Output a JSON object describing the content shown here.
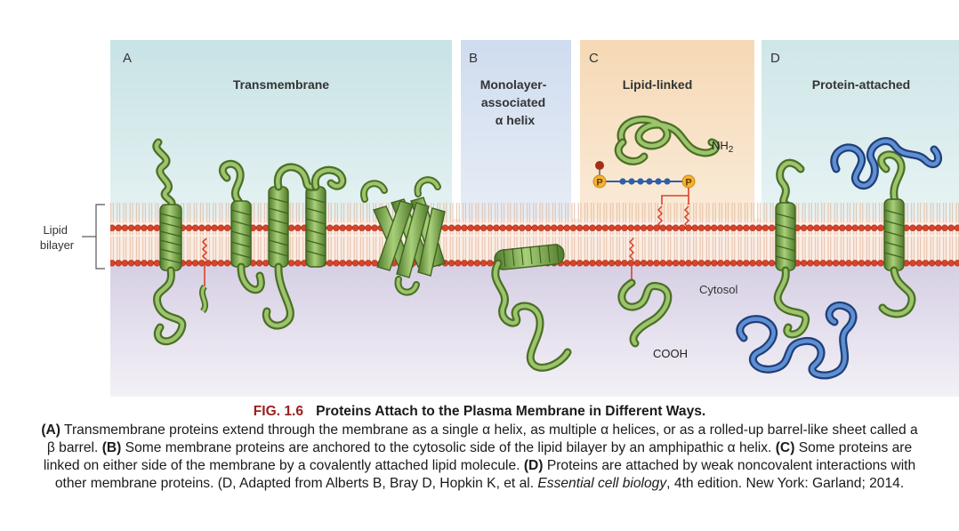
{
  "panels": [
    {
      "letter": "A",
      "title": [
        "Transmembrane"
      ]
    },
    {
      "letter": "B",
      "title": [
        "Monolayer-",
        "associated",
        "α helix"
      ]
    },
    {
      "letter": "C",
      "title": [
        "Lipid-linked"
      ]
    },
    {
      "letter": "D",
      "title": [
        "Protein-attached"
      ]
    }
  ],
  "labels": {
    "lipid_bilayer": [
      "Lipid",
      "bilayer"
    ],
    "cytosol": "Cytosol",
    "nh2": "NH",
    "nh2_sub": "2",
    "cooh": "COOH",
    "phosphate": "P"
  },
  "colors": {
    "panel_a_top": "#c7e3e5",
    "panel_b_top": "#cfdcef",
    "panel_c_top": "#f6d9b5",
    "panel_d_top": "#cfe6e8",
    "cytosol": "#d4cfe3",
    "lipid_head": "#d8432a",
    "protein_green": "#6e9a3e",
    "protein_blue": "#2f5ea8",
    "caption_fig": "#9b1f1f"
  },
  "caption": {
    "fig_number": "FIG. 1.6",
    "heading": "Proteins Attach to the Plasma Membrane in Different Ways.",
    "a_tag": "(A)",
    "a_text": " Transmembrane proteins extend through the membrane as a single α helix, as multiple α helices, or as a rolled-up barrel-like sheet called a β barrel. ",
    "b_tag": "(B)",
    "b_text": " Some membrane proteins are anchored to the cytosolic side of the lipid bilayer by an amphipathic α helix. ",
    "c_tag": "(C)",
    "c_text": " Some proteins are linked on either side of the membrane by a covalently attached lipid molecule. ",
    "d_tag": "(D)",
    "d_text": " Proteins are attached by weak noncovalent interactions with other membrane proteins. (D, Adapted from Alberts B, Bray D, Hopkin K, et al. ",
    "book": "Essential cell biology",
    "ref_tail": ", 4th edition. New York: Garland; 2014."
  }
}
